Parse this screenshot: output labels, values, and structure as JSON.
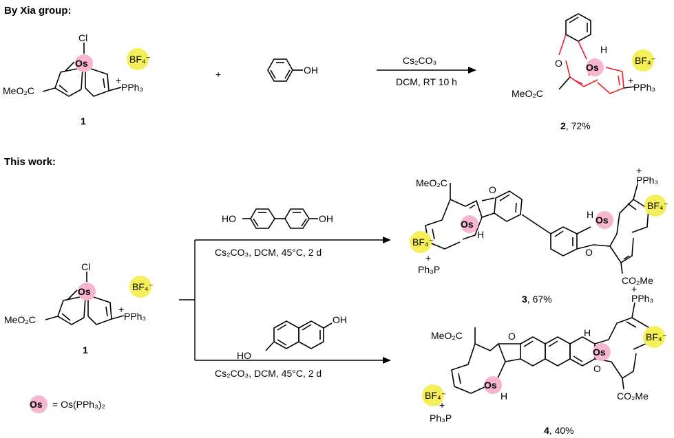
{
  "headers": {
    "xia": "By Xia group:",
    "work": "This work:"
  },
  "reagents": {
    "cl": "Cl",
    "os": "Os",
    "h": "H",
    "plus": "+",
    "phenol_oh": "OH",
    "o": "O"
  },
  "groups": {
    "meo2c": "MeO₂C",
    "co2me": "CO₂Me",
    "pph3": "PPh₃",
    "ph3p": "Ph₃P",
    "ho": "HO",
    "oh": "OH"
  },
  "counterion": {
    "text": "BF₄⁻",
    "color": "#f5f05a"
  },
  "os_highlight_color": "#f7b6cf",
  "new_bond_color": "#e8202a",
  "reactions": {
    "r1": {
      "reagent": "Cs₂CO₃",
      "solvent": "DCM, RT 10 h"
    },
    "r2": {
      "conditions": "Cs₂CO₃, DCM, 45°C, 2 d"
    },
    "r3": {
      "conditions": "Cs₂CO₃, DCM, 45°C, 2 d"
    }
  },
  "compounds": {
    "c1_top": "1",
    "c1_bottom": "1",
    "c2": {
      "id": "2",
      "yield": ", 72%"
    },
    "c3": {
      "id": "3",
      "yield": ", 67%"
    },
    "c4": {
      "id": "4",
      "yield": ", 40%"
    }
  },
  "legend": {
    "symbol": "Os",
    "definition": "= Os(PPh₃)₂"
  }
}
